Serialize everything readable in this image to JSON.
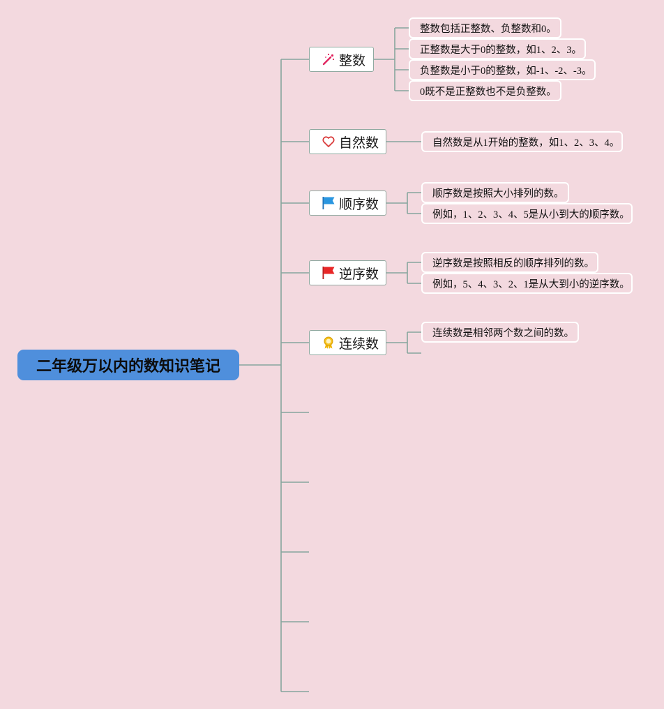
{
  "root": {
    "title": "二年级万以内的数知识笔记"
  },
  "topics": [
    {
      "label": "整数",
      "icon": "magic-wand-icon",
      "notes": [
        "整数包括正整数、负整数和0。",
        "正整数是大于0的整数，如1、2、3。",
        "负整数是小于0的整数，如-1、-2、-3。",
        "0既不是正整数也不是负整数。"
      ]
    },
    {
      "label": "自然数",
      "icon": "heart-icon",
      "notes": [
        "自然数是从1开始的整数，如1、2、3、4。"
      ]
    },
    {
      "label": "顺序数",
      "icon": "blue-flag-icon",
      "notes": [
        "顺序数是按照大小排列的数。",
        "例如，1、2、3、4、5是从小到大的顺序数。"
      ]
    },
    {
      "label": "逆序数",
      "icon": "red-flag-icon",
      "notes": [
        "逆序数是按照相反的顺序排列的数。",
        "例如，5、4、3、2、1是从大到小的逆序数。"
      ]
    },
    {
      "label": "连续数",
      "icon": "award-ribbon-icon",
      "notes": [
        "连续数是相邻两个数之间的数。"
      ]
    }
  ],
  "colors": {
    "background": "#f3d9df",
    "root": "#4f8fdc",
    "connector": "#7fa39a",
    "leaf_border": "#ffffff"
  }
}
